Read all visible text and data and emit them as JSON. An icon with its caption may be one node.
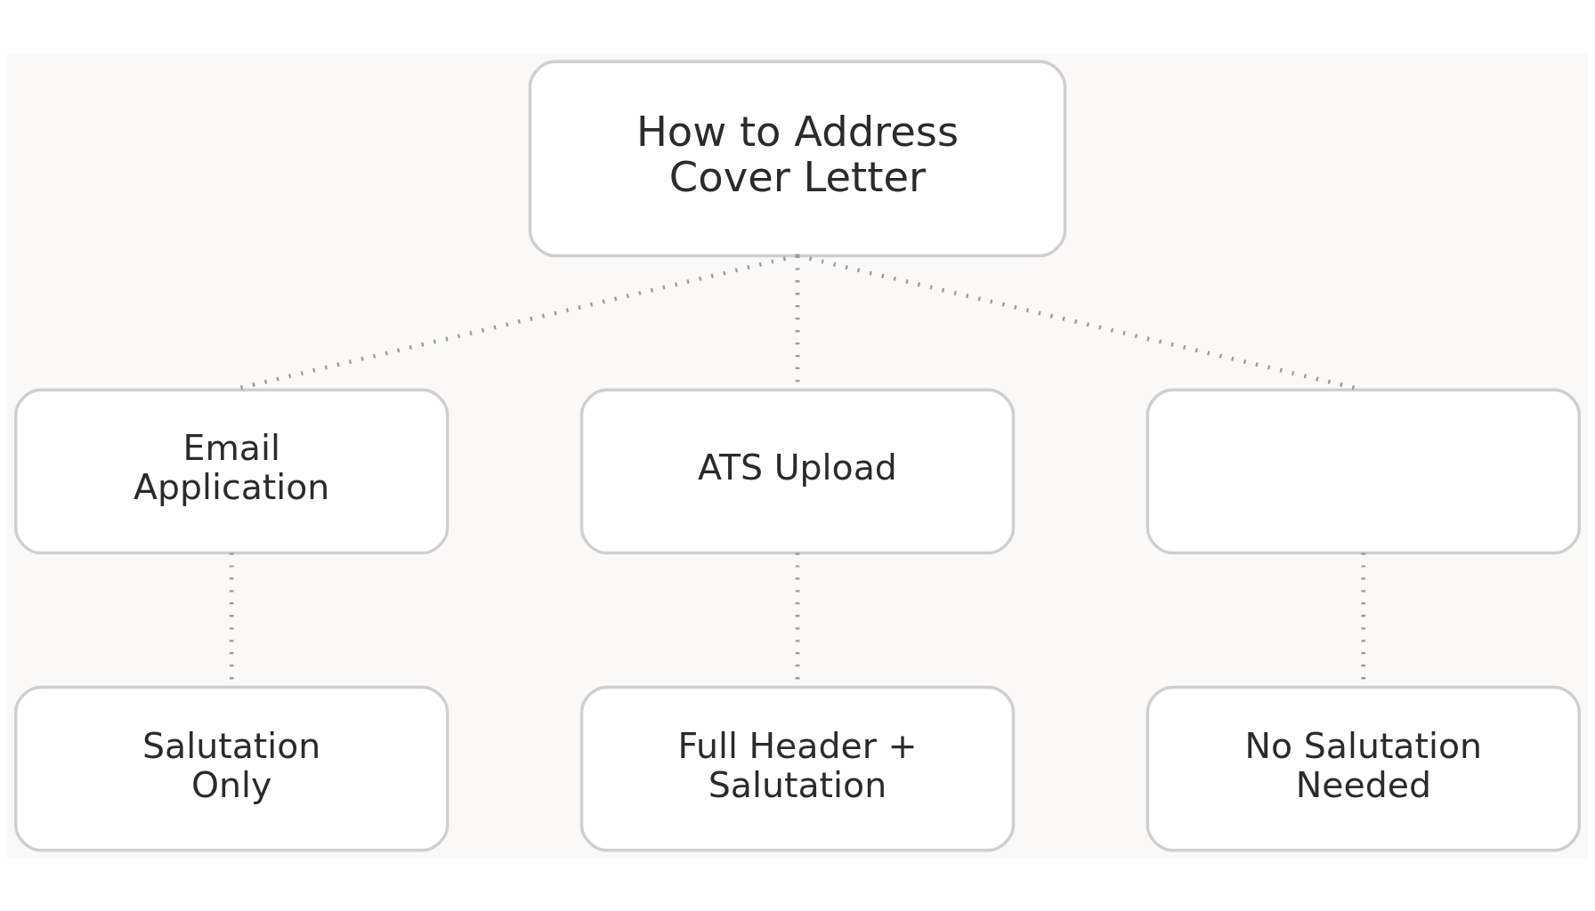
{
  "diagram": {
    "nodes": [
      {
        "text": [
          "How to Address Cover Letter"
        ]
      },
      {
        "text": [
          "Email Application"
        ]
      },
      {
        "text": [
          "ATS Upload"
        ]
      },
      {
        "text": [],
        "shape": "box"
      },
      {
        "text": [
          "Salutation Only"
        ]
      },
      {
        "text": [
          "Full Header + Salutation"
        ]
      },
      {
        "text": [
          "No Salutation Needed"
        ]
      }
    ],
    "edges": [
      {
        "from": 0,
        "to": 1,
        "arrow": "none",
        "style": "dashed"
      },
      {
        "from": 0,
        "to": 2,
        "arrow": "none",
        "style": "dashed"
      },
      {
        "from": 0,
        "to": 3,
        "arrow": "none",
        "style": "dashed"
      },
      {
        "from": 1,
        "to": 4,
        "arrow": "none",
        "style": "dashed"
      },
      {
        "from": 2,
        "to": 5,
        "arrow": "none",
        "style": "dashed"
      },
      {
        "from": 3,
        "to": 6,
        "arrow": "none",
        "style": "dashed"
      }
    ]
  }
}
